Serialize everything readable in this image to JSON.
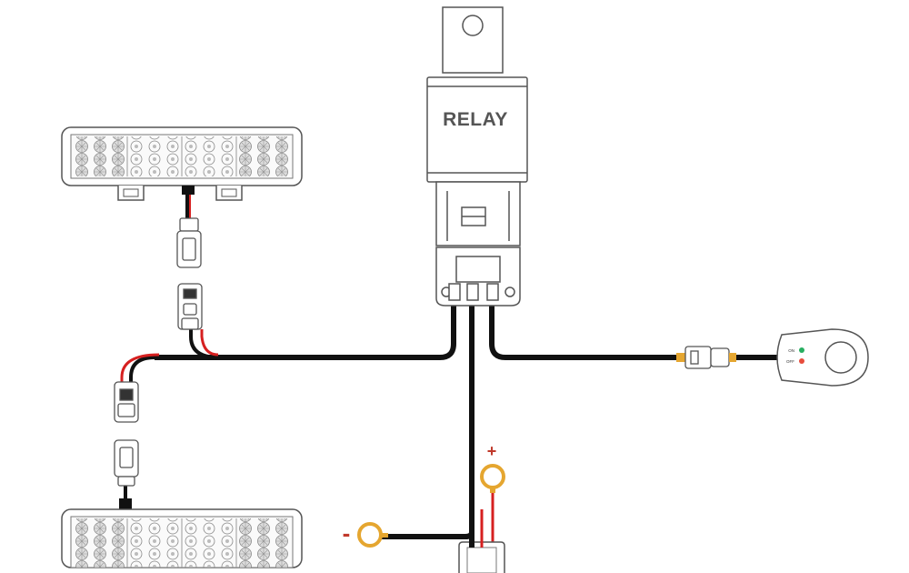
{
  "relay": {
    "label": "RELAY"
  },
  "terminals": {
    "negative_symbol": "-",
    "positive_symbol": "+"
  },
  "switch": {
    "on_label": "ON",
    "off_label": "OFF"
  },
  "colors": {
    "wire_black": "#111111",
    "wire_red": "#d62020",
    "ring_terminal": "#e5a630",
    "led_green": "#27ae60",
    "led_red": "#e74c3c",
    "outline": "#555555"
  },
  "light_bars": {
    "count": 2
  },
  "icons": [
    "relay-icon",
    "led-light-bar-icon",
    "connector-plug-icon",
    "rocker-switch-icon",
    "ring-terminal-icon",
    "fuse-holder-icon"
  ]
}
